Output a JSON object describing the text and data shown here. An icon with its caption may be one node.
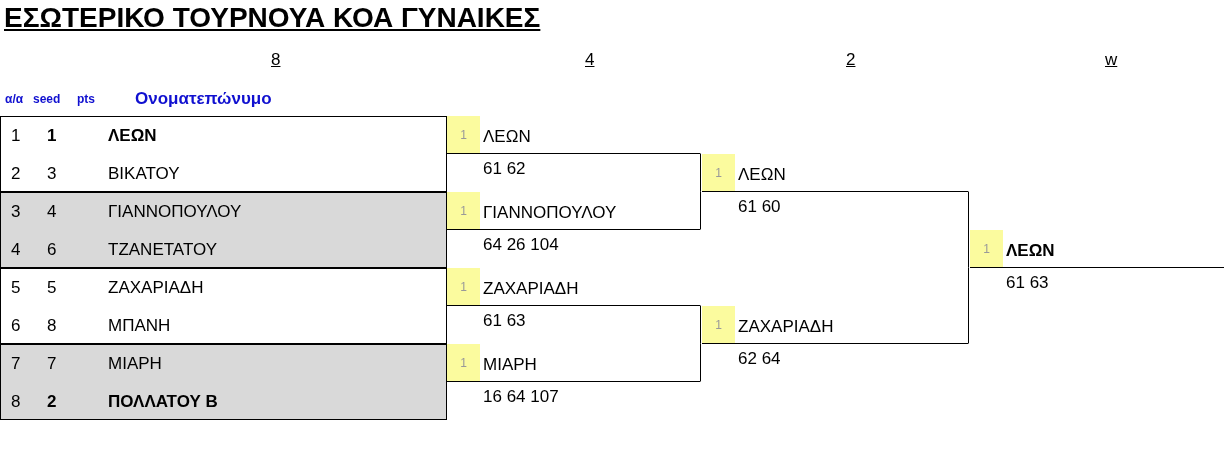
{
  "diagram": {
    "title": "ΕΣΩΤΕΡΙΚΟ ΤΟΥΡΝΟΥΑ ΚΟΑ ΓΥΝΑΙΚΕΣ",
    "nodes": [
      {
        "text": [],
        "shape": "box"
      },
      {
        "text": [],
        "shape": "box"
      },
      {
        "text": [],
        "shape": "box"
      },
      {
        "text": [],
        "shape": "box"
      },
      {
        "text": [
          "1",
          "1",
          "ΛΕΩΝ"
        ],
        "in": 0
      },
      {
        "text": [
          "2",
          "3",
          "ΒΙΚΑΤΟΥ"
        ],
        "in": 0
      },
      {
        "text": [
          "3",
          "4",
          "ΓΙΑΝΝΟΠΟΥΛΟΥ"
        ],
        "in": 1
      },
      {
        "text": [
          "4",
          "6",
          "ΤΖΑΝΕΤΑΤΟΥ"
        ],
        "in": 1
      },
      {
        "text": [
          "5",
          "5",
          "ΖΑΧΑΡΙΑΔΗ"
        ],
        "in": 2
      },
      {
        "text": [
          "6",
          "8",
          "ΜΠΑΝΗ"
        ],
        "in": 2
      },
      {
        "text": [
          "7",
          "7",
          "ΜΙΑΡΗ"
        ],
        "in": 3
      },
      {
        "text": [
          "8",
          "2",
          "ΠΟΛΛΑΤΟΥ Β"
        ],
        "in": 3
      },
      {
        "text": [
          "1",
          "ΛΕΩΝ"
        ],
        "beside": [
          "61 62"
        ]
      },
      {
        "text": [
          "1",
          "ΓΙΑΝΝΟΠΟΥΛΟΥ"
        ],
        "beside": [
          "64 26 104"
        ]
      },
      {
        "text": [
          "1",
          "ΖΑΧΑΡΙΑΔΗ"
        ],
        "beside": [
          "61 63"
        ]
      },
      {
        "text": [
          "1",
          "ΜΙΑΡΗ"
        ],
        "beside": [
          "16 64 107"
        ]
      },
      {
        "text": [
          "1",
          "ΛΕΩΝ"
        ],
        "beside": [
          "61 60"
        ]
      },
      {
        "text": [
          "1",
          "ΖΑΧΑΡΙΑΔΗ"
        ],
        "beside": [
          "62 64"
        ]
      },
      {
        "text": [
          "1",
          "ΛΕΩΝ"
        ],
        "beside": [
          "61 63"
        ]
      }
    ],
    "edges": [
      {
        "from": 12,
        "to": 16,
        "arrow": "none"
      },
      {
        "from": 13,
        "to": 16,
        "arrow": "none"
      },
      {
        "from": 14,
        "to": 17,
        "arrow": "none"
      },
      {
        "from": 15,
        "to": 17,
        "arrow": "none"
      },
      {
        "from": 16,
        "to": 18,
        "arrow": "none"
      },
      {
        "from": 17,
        "to": 18,
        "arrow": "none"
      }
    ],
    "labels": [
      "8",
      "4",
      "2",
      "w",
      "α/α",
      "seed",
      "pts",
      "Ονοματεπώνυμο"
    ]
  }
}
